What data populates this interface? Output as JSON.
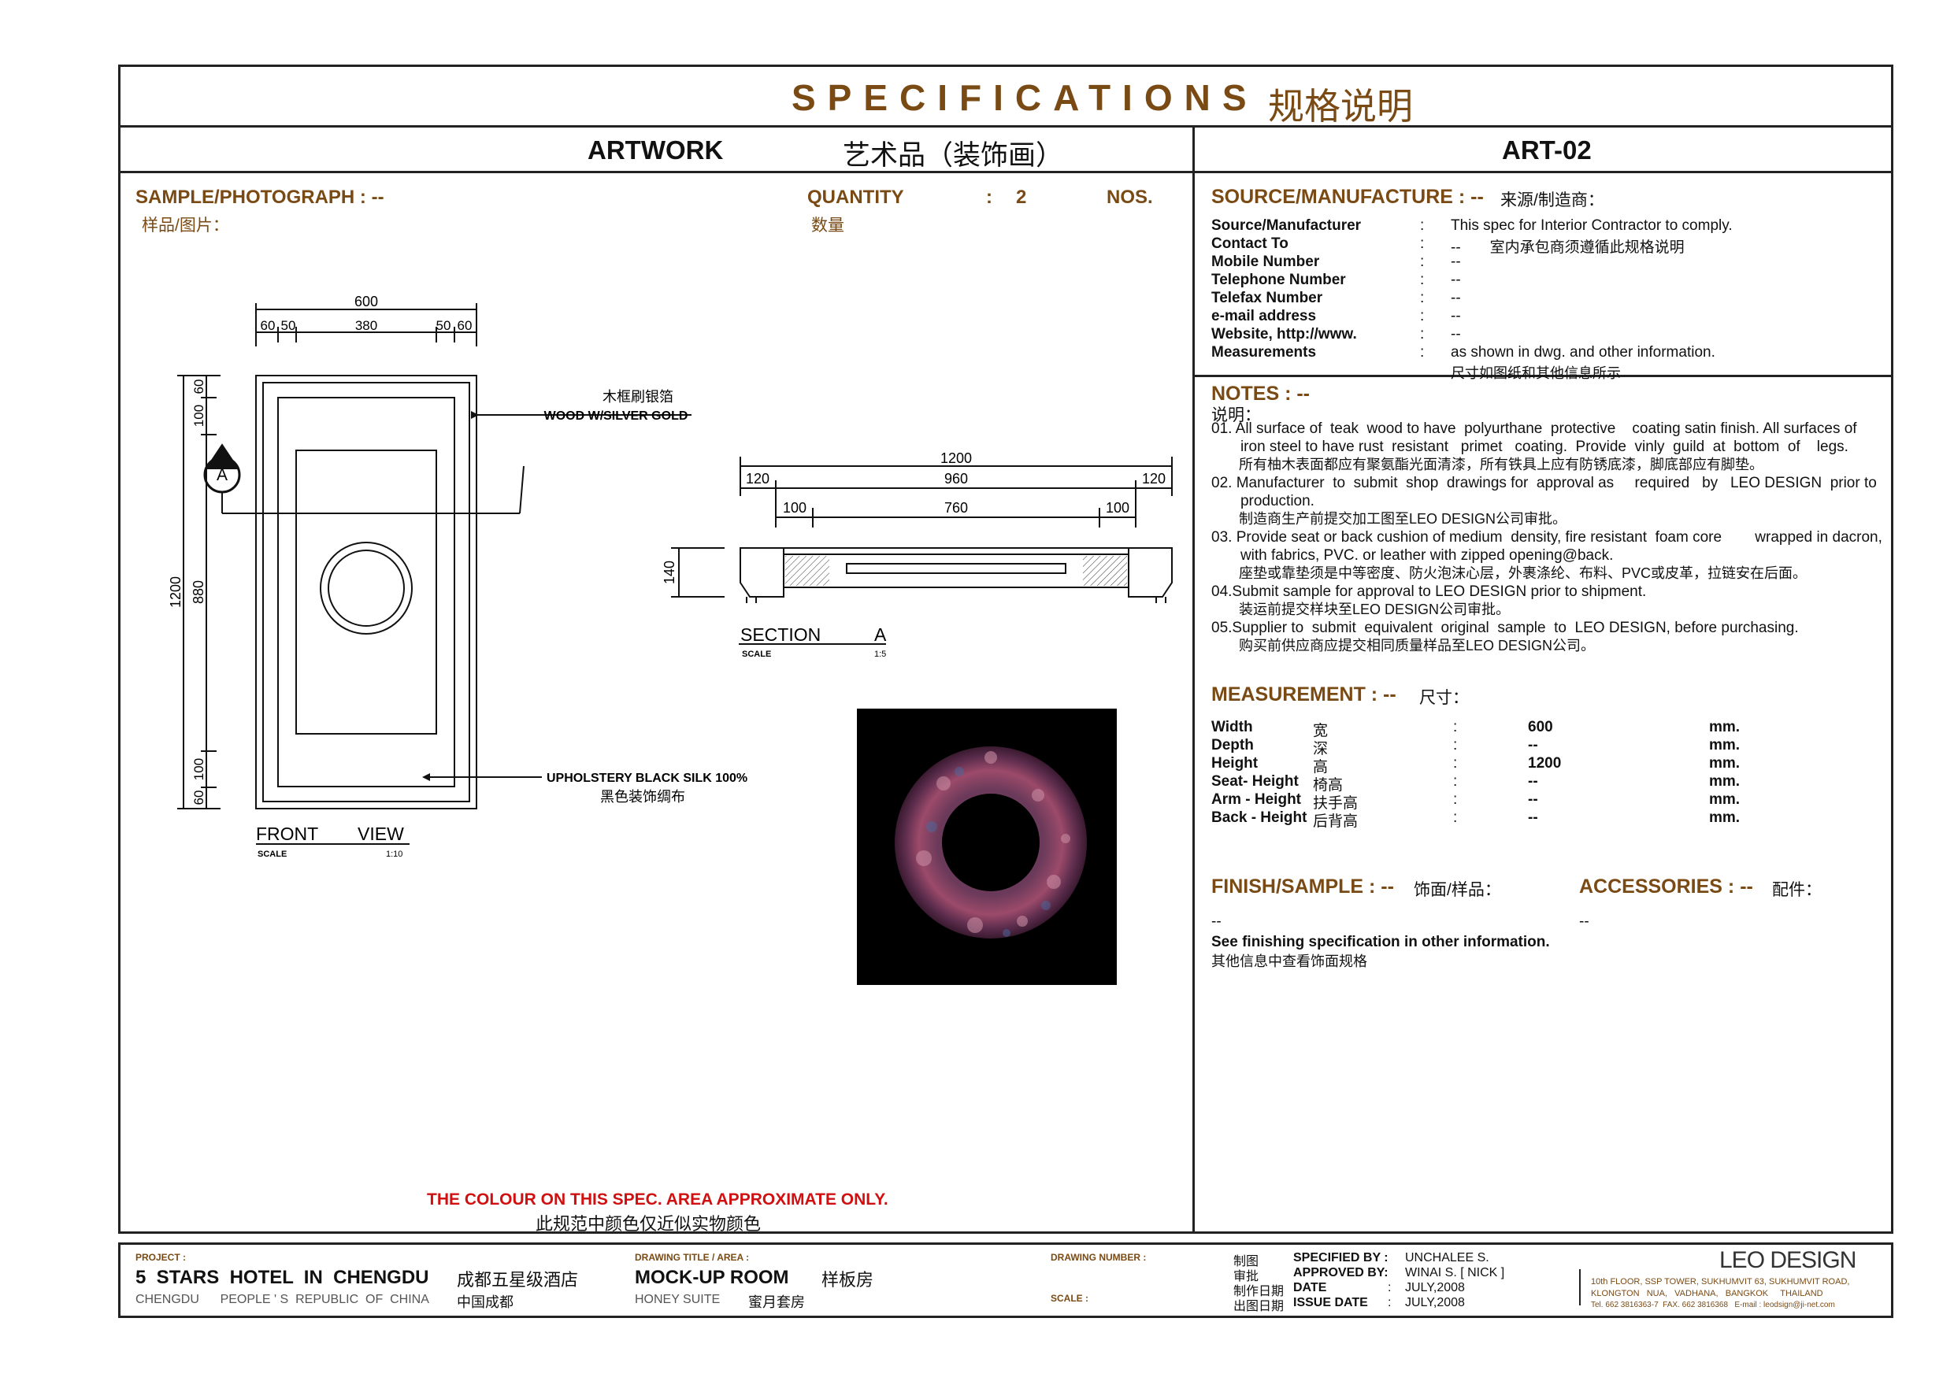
{
  "header": {
    "title_en": "SPECIFICATIONS",
    "title_cn": "规格说明",
    "category_en": "ARTWORK",
    "category_cn": "艺术品（装饰画）",
    "code": "ART-02"
  },
  "sample": {
    "label": "SAMPLE/PHOTOGRAPH : --",
    "label_cn": "样品/图片：",
    "quantity_label": "QUANTITY",
    "quantity_colon": ":",
    "quantity_value": "2",
    "quantity_unit": "NOS.",
    "quantity_cn": "数量"
  },
  "drawing": {
    "front_dims_top": [
      "600",
      "60",
      "50",
      "380",
      "50",
      "60"
    ],
    "front_dims_left": [
      "1200",
      "880",
      "100",
      "60",
      "100",
      "60"
    ],
    "section_marker": "A",
    "label_wood_cn": "木框刷银箔",
    "label_wood_en": "WOOD W/SILVER GOLD",
    "label_upholstery_en": "UPHOLSTERY BLACK SILK 100%",
    "label_upholstery_cn": "黑色装饰绸布",
    "front_title_a": "FRONT",
    "front_title_b": "VIEW",
    "front_scale_label": "SCALE",
    "front_scale_value": "1:10",
    "section_dims_top": [
      "1200",
      "120",
      "960",
      "120",
      "100",
      "760",
      "100"
    ],
    "section_dim_height": "140",
    "section_title_a": "SECTION",
    "section_title_b": "A",
    "section_scale_label": "SCALE",
    "section_scale_value": "1:5",
    "colour_notice_en": "THE COLOUR ON THIS SPEC. AREA APPROXIMATE ONLY.",
    "colour_notice_cn": "此规范中颜色仅近似实物颜色"
  },
  "source": {
    "heading": "SOURCE/MANUFACTURE : --",
    "heading_cn": "来源/制造商：",
    "rows": [
      {
        "label": "Source/Manufacturer",
        "colon": ":",
        "value": "This spec for Interior Contractor to comply."
      },
      {
        "label": "Contact To",
        "colon": ":",
        "value": "--       室内承包商须遵循此规格说明"
      },
      {
        "label": "Mobile Number",
        "colon": ":",
        "value": "--"
      },
      {
        "label": "Telephone Number",
        "colon": ":",
        "value": "--"
      },
      {
        "label": "Telefax Number",
        "colon": ":",
        "value": "--"
      },
      {
        "label": "e-mail address",
        "colon": ":",
        "value": "--"
      },
      {
        "label": "Website, http://www.",
        "colon": ":",
        "value": "--"
      },
      {
        "label": "Measurements",
        "colon": ":",
        "value": "as shown in dwg. and other information."
      }
    ],
    "measurements_cn": "尺寸如图纸和其他信息所示"
  },
  "notes": {
    "heading": "NOTES  : --",
    "heading_cn": "说明：",
    "lines": [
      "01. All surface of  teak  wood to have  polyurthane  protective    coating satin finish. All surfaces of",
      "       iron steel to have rust  resistant   primet   coating.  Provide  vinly  guild  at  bottom  of    legs.",
      "       所有柚木表面都应有聚氨酯光面清漆，所有铁具上应有防锈底漆，脚底部应有脚垫。",
      "02. Manufacturer  to  submit  shop  drawings for  approval as     required   by   LEO DESIGN  prior to",
      "       production.",
      "       制造商生产前提交加工图至LEO DESIGN公司审批。",
      "03. Provide seat or back cushion of medium  density, fire resistant  foam core        wrapped in dacron,",
      "       with fabrics, PVC. or leather with zipped opening@back.",
      "       座垫或靠垫须是中等密度、防火泡沫心层，外裹涤纶、布料、PVC或皮革，拉链安在后面。",
      "04.Submit sample for approval to LEO DESIGN prior to shipment.",
      "       装运前提交样块至LEO DESIGN公司审批。",
      "05.Supplier to  submit  equivalent  original  sample  to  LEO DESIGN, before purchasing.",
      "       购买前供应商应提交相同质量样品至LEO DESIGN公司。"
    ]
  },
  "measurement": {
    "heading": "MEASUREMENT  : --",
    "heading_cn": "尺寸：",
    "rows": [
      {
        "label": "Width",
        "cn": "宽",
        "colon": ":",
        "value": "600",
        "unit": "mm."
      },
      {
        "label": "Depth",
        "cn": "深",
        "colon": ":",
        "value": "--",
        "unit": "mm."
      },
      {
        "label": "Height",
        "cn": "高",
        "colon": ":",
        "value": "1200",
        "unit": "mm."
      },
      {
        "label": "Seat- Height",
        "cn": "椅高",
        "colon": ":",
        "value": "--",
        "unit": "mm."
      },
      {
        "label": "Arm - Height",
        "cn": "扶手高",
        "colon": ":",
        "value": "--",
        "unit": "mm."
      },
      {
        "label": "Back - Height",
        "cn": "后背高",
        "colon": ":",
        "value": "--",
        "unit": "mm."
      }
    ]
  },
  "finish": {
    "heading": "FINISH/SAMPLE  : --",
    "heading_cn": "饰面/样品：",
    "value": "--",
    "note_en": "See finishing specification in other information.",
    "note_cn": "其他信息中查看饰面规格"
  },
  "accessories": {
    "heading": "ACCESSORIES  : --",
    "heading_cn": "配件：",
    "value": "--"
  },
  "footer": {
    "project_label": "PROJECT :",
    "project_en": "5  STARS  HOTEL  IN  CHENGDU",
    "project_cn": "成都五星级酒店",
    "project_loc_en": "CHENGDU      PEOPLE ' S  REPUBLIC  OF  CHINA",
    "project_loc_cn": "中国成都",
    "drawing_title_label": "DRAWING TITLE / AREA :",
    "drawing_title_en": "MOCK-UP ROOM",
    "drawing_title_cn": "样板房",
    "area_en": "HONEY SUITE",
    "area_cn": "蜜月套房",
    "drawing_number_label": "DRAWING NUMBER :",
    "scale_label": "SCALE :",
    "sig_rows": [
      {
        "cn": "制图",
        "label": "SPECIFIED BY :",
        "value": "UNCHALEE S."
      },
      {
        "cn": "审批",
        "label": "APPROVED BY:",
        "value": "WINAI S. [ NICK ]"
      },
      {
        "cn": "制作日期",
        "label": "DATE",
        "colon": ":",
        "value": "JULY,2008"
      },
      {
        "cn": "出图日期",
        "label": "ISSUE DATE",
        "colon": ":",
        "value": "JULY,2008"
      }
    ],
    "company": "LEO DESIGN",
    "address1": "10th FLOOR, SSP TOWER, SUKHUMVIT 63, SUKHUMVIT ROAD,",
    "address2": "KLONGTON   NUA,   VADHANA,   BANGKOK     THAILAND",
    "address3": "Tel. 662 3816363-7  FAX. 662 3816368   E-mail : leodsign@ji-net.com"
  }
}
